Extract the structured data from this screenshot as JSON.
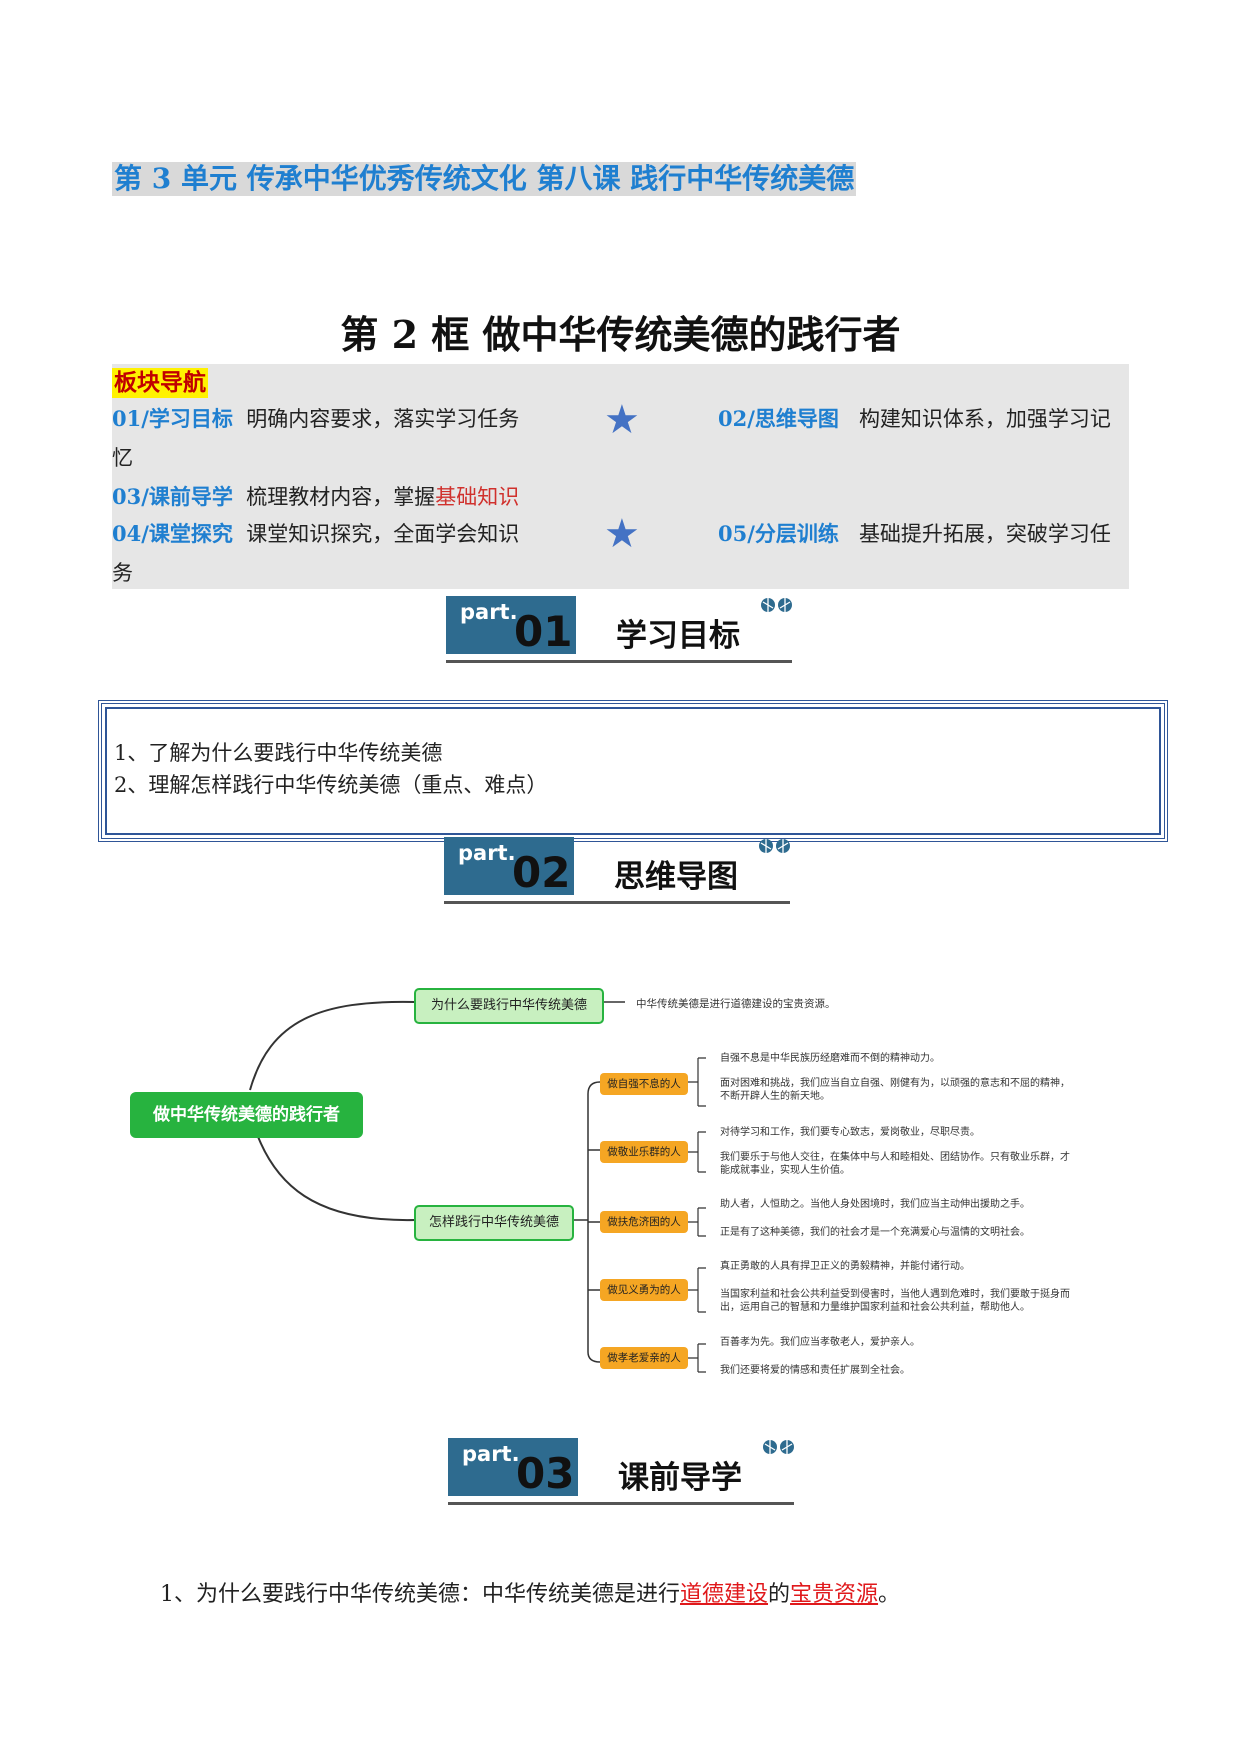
{
  "unit_title": "第 3 单元    传承中华优秀传统文化  第八课  践行中华传统美德",
  "lesson_title": "第 2 框    做中华传统美德的践行者",
  "nav": {
    "heading": "板块导航",
    "items": [
      {
        "code": "01/学习目标",
        "desc": "明确内容要求，落实学习任务"
      },
      {
        "code": "02/思维导图",
        "desc": "构建知识体系，加强学习记"
      },
      {
        "code": "03/课前导学",
        "desc_plain": "梳理教材内容，掌握",
        "desc_red": "基础知识"
      },
      {
        "code": "04/课堂探究",
        "desc": "课堂知识探究，全面学会知识"
      },
      {
        "code": "05/分层训练",
        "desc": "基础提升拓展，突破学习任"
      }
    ],
    "wrap1": "忆",
    "wrap2": "务",
    "star": "★"
  },
  "parts": [
    {
      "word": "part.",
      "num": "01",
      "title": "学习目标"
    },
    {
      "word": "part.",
      "num": "02",
      "title": "思维导图"
    },
    {
      "word": "part.",
      "num": "03",
      "title": "课前导学"
    }
  ],
  "goals": [
    "1、了解为什么要践行中华传统美德",
    "2、理解怎样践行中华传统美德（重点、难点）"
  ],
  "mindmap": {
    "root": "做中华传统美德的践行者",
    "why": {
      "label": "为什么要践行中华传统美德",
      "note": "中华传统美德是进行道德建设的宝贵资源。"
    },
    "how": {
      "label": "怎样践行中华传统美德",
      "branches": [
        {
          "label": "做自强不息的人",
          "notes": [
            "自强不息是中华民族历经磨难而不倒的精神动力。",
            "面对困难和挑战，我们应当自立自强、刚健有为，以顽强的意志和不屈的精神，",
            "不断开辟人生的新天地。"
          ]
        },
        {
          "label": "做敬业乐群的人",
          "notes": [
            "对待学习和工作，我们要专心致志，爱岗敬业，尽职尽责。",
            "我们要乐于与他人交往，在集体中与人和睦相处、团结协作。只有敬业乐群，才",
            "能成就事业，实现人生价值。"
          ]
        },
        {
          "label": "做扶危济困的人",
          "notes": [
            "助人者，人恒助之。当他人身处困境时，我们应当主动伸出援助之手。",
            "正是有了这种美德，我们的社会才是一个充满爱心与温情的文明社会。"
          ]
        },
        {
          "label": "做见义勇为的人",
          "notes": [
            "真正勇敢的人具有捍卫正义的勇毅精神，并能付诸行动。",
            "当国家利益和社会公共利益受到侵害时，当他人遇到危难时，我们要敢于挺身而",
            "出，运用自己的智慧和力量维护国家利益和社会公共利益，帮助他人。"
          ]
        },
        {
          "label": "做孝老爱亲的人",
          "notes": [
            "百善孝为先。我们应当孝敬老人，爱护亲人。",
            "我们还要将爱的情感和责任扩展到全社会。"
          ]
        }
      ]
    },
    "colors": {
      "green": "#27b33f",
      "orange": "#f5a623",
      "line": "#333333"
    }
  },
  "final_line": {
    "prefix": "1、为什么要践行中华传统美德：中华传统美德是进行",
    "u1": "道德建设",
    "mid": "的",
    "u2": "宝贵资源",
    "suffix": "。"
  }
}
